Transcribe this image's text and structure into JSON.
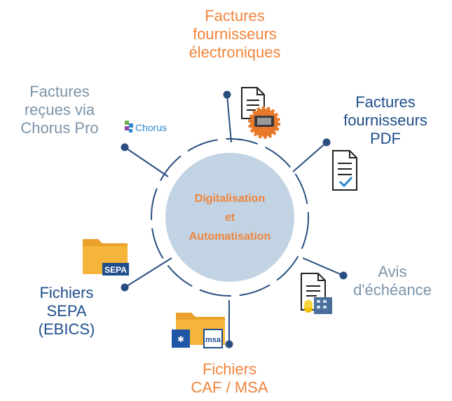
{
  "colors": {
    "orange": "#f0843a",
    "navy": "#1f4e8c",
    "grey_blue": "#7d94a8",
    "circle_fill": "#c2d3e3",
    "line": "#2a4d80",
    "gear": "#e8792b",
    "folder": "#f4b53a",
    "check": "#2e86c9"
  },
  "center": {
    "lines": [
      "Digitalisation",
      "et",
      "Automatisation"
    ]
  },
  "nodes": [
    {
      "id": "factures-electroniques",
      "lines": [
        "Factures",
        "fournisseurs",
        "électroniques"
      ],
      "color": "orange",
      "icon": "document-gear-icon"
    },
    {
      "id": "factures-pdf",
      "lines": [
        "Factures",
        "fournisseurs",
        "PDF"
      ],
      "color": "navy",
      "icon": "document-check-icon"
    },
    {
      "id": "avis-echeance",
      "lines": [
        "Avis",
        "d'échéance"
      ],
      "color": "grey_blue",
      "icon": "document-building-icon"
    },
    {
      "id": "fichiers-caf-msa",
      "lines": [
        "Fichiers",
        "CAF / MSA"
      ],
      "color": "orange",
      "icon": "folder-caf-msa-icon"
    },
    {
      "id": "fichiers-sepa",
      "lines": [
        "Fichiers",
        "SEPA",
        "(EBICS)"
      ],
      "color": "navy",
      "icon": "folder-sepa-icon"
    },
    {
      "id": "factures-chorus",
      "lines": [
        "Factures",
        "reçues via",
        "Chorus Pro"
      ],
      "color": "grey_blue",
      "icon": "chorus-logo-icon"
    }
  ],
  "logos": {
    "chorus": "Chorus",
    "sepa": "SEPA",
    "msa": "msa"
  }
}
